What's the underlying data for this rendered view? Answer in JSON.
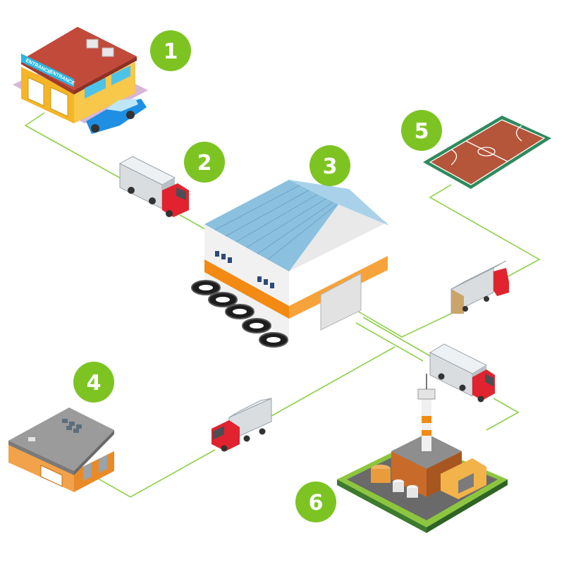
{
  "diagram": {
    "nodes": [
      {
        "id": "car-dealership",
        "badge": "1",
        "signs": [
          "ENTRANCE",
          "ENTRANCE"
        ]
      },
      {
        "id": "delivery-truck",
        "badge": "2"
      },
      {
        "id": "tire-warehouse",
        "badge": "3"
      },
      {
        "id": "factory-building",
        "badge": "4"
      },
      {
        "id": "sports-court",
        "badge": "5"
      },
      {
        "id": "industrial-plant",
        "badge": "6"
      }
    ],
    "colors": {
      "badge": "#7dc423",
      "connector": "#8ed14a",
      "truck_cab": "#e0232e",
      "roof_blue": "#7fb6d8",
      "stripe_orange": "#f28a14",
      "court": "#b5553a",
      "court_border": "#2e8a5c"
    }
  }
}
